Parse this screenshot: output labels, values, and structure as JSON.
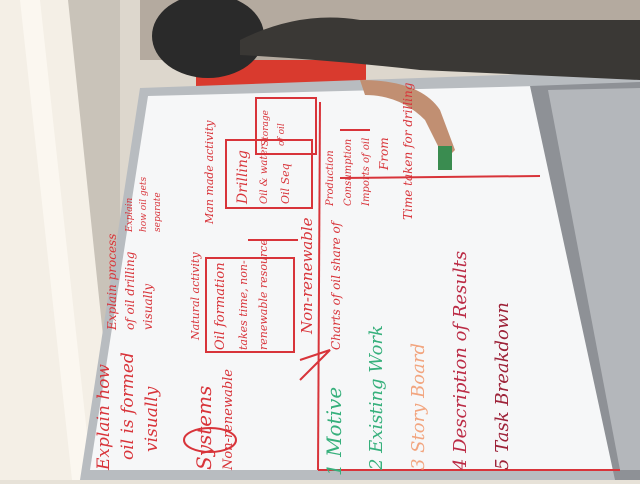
{
  "whiteboard": {
    "left_notes": [
      "Explain how",
      "oil is formed",
      "visually"
    ],
    "left_middle": [
      "Explain process",
      "of oil drilling",
      "visually"
    ],
    "left_top": [
      "Explain",
      "how oil gets",
      "separate"
    ],
    "systems": "Systems",
    "non_renewable_top": "Non-renewable",
    "natural_activity": "Natural activity",
    "oil_formation": "Oil formation",
    "box1": [
      "takes time, non-",
      "renewable resource"
    ],
    "man_made_activity": "Man made activity",
    "drilling_box": [
      "Drilling",
      "Oil & water",
      "Oil Seq"
    ],
    "top_box": [
      "Storage",
      "of oil"
    ],
    "right_top_notes": [
      "Production",
      "Consumption",
      "Imports of oil"
    ],
    "from_label": "From",
    "time_label": "Time taken for drilling",
    "non_renewable": "Non-renewable",
    "charts": "Charts of oil share of",
    "list": [
      "1 Motive",
      "2 Existing Work",
      "3 Story Board",
      "4 Description of Results",
      "5 Task Breakdown"
    ]
  },
  "colors": {
    "board": "#f6f7f8",
    "wall": "#e7e2d8",
    "red_ink": "#d8343a",
    "green_ink": "#37b07c",
    "orange_ink": "#f2a57f"
  }
}
